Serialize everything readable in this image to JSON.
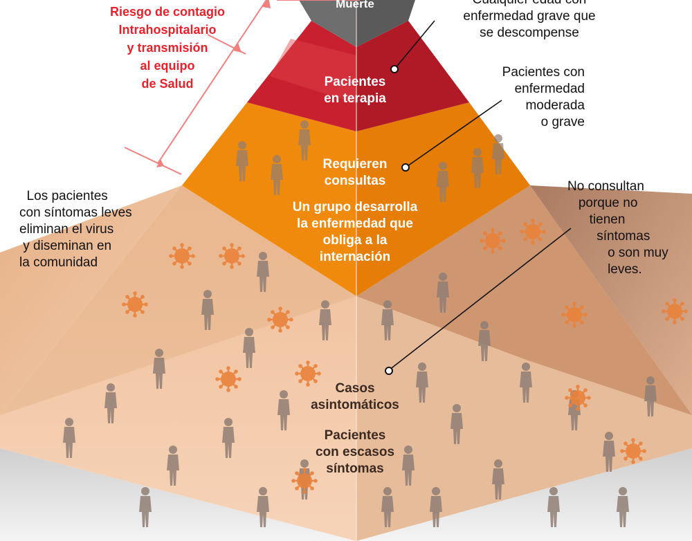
{
  "tiers": {
    "top_label": "Muerte",
    "therapy_label": "Pacientes\nen terapia",
    "consult_label": "Requieren\nconsultas",
    "hospital_label": "Un grupo desarrolla\nla enfermedad que\nobliga a la\ninternación",
    "asymptomatic_label": "Casos\nasintomáticos",
    "few_symptoms_label": "Pacientes\ncon escasos\nsíntomas"
  },
  "annotations": {
    "risk": "Riesgo de contagio\nIntrahospitalario\ny transmisión\nal equipo\nde Salud",
    "any_age": "Cualquier edad con\nenfermedad grave que\nse descompense",
    "moderate": "Pacientes con\nenfermedad\nmoderada\no grave",
    "mild_spread": "Los pacientes\ncon síntomas leves\neliminan el virus\ny diseminan en\nla comunidad",
    "no_consult": "No consultan\nporque no\ntienen\nsíntomas\no son muy\nleves."
  },
  "colors": {
    "top": "#6e6e6e",
    "therapy": "#c8202e",
    "consult": "#f08a0c",
    "base_left": "#e9bd92",
    "base_right": "#b97850",
    "base_front": "#f3c7a4",
    "accent_red": "#e8202a",
    "virus": "#e9823a"
  },
  "icons": [
    "virus-icon",
    "person-icon"
  ]
}
